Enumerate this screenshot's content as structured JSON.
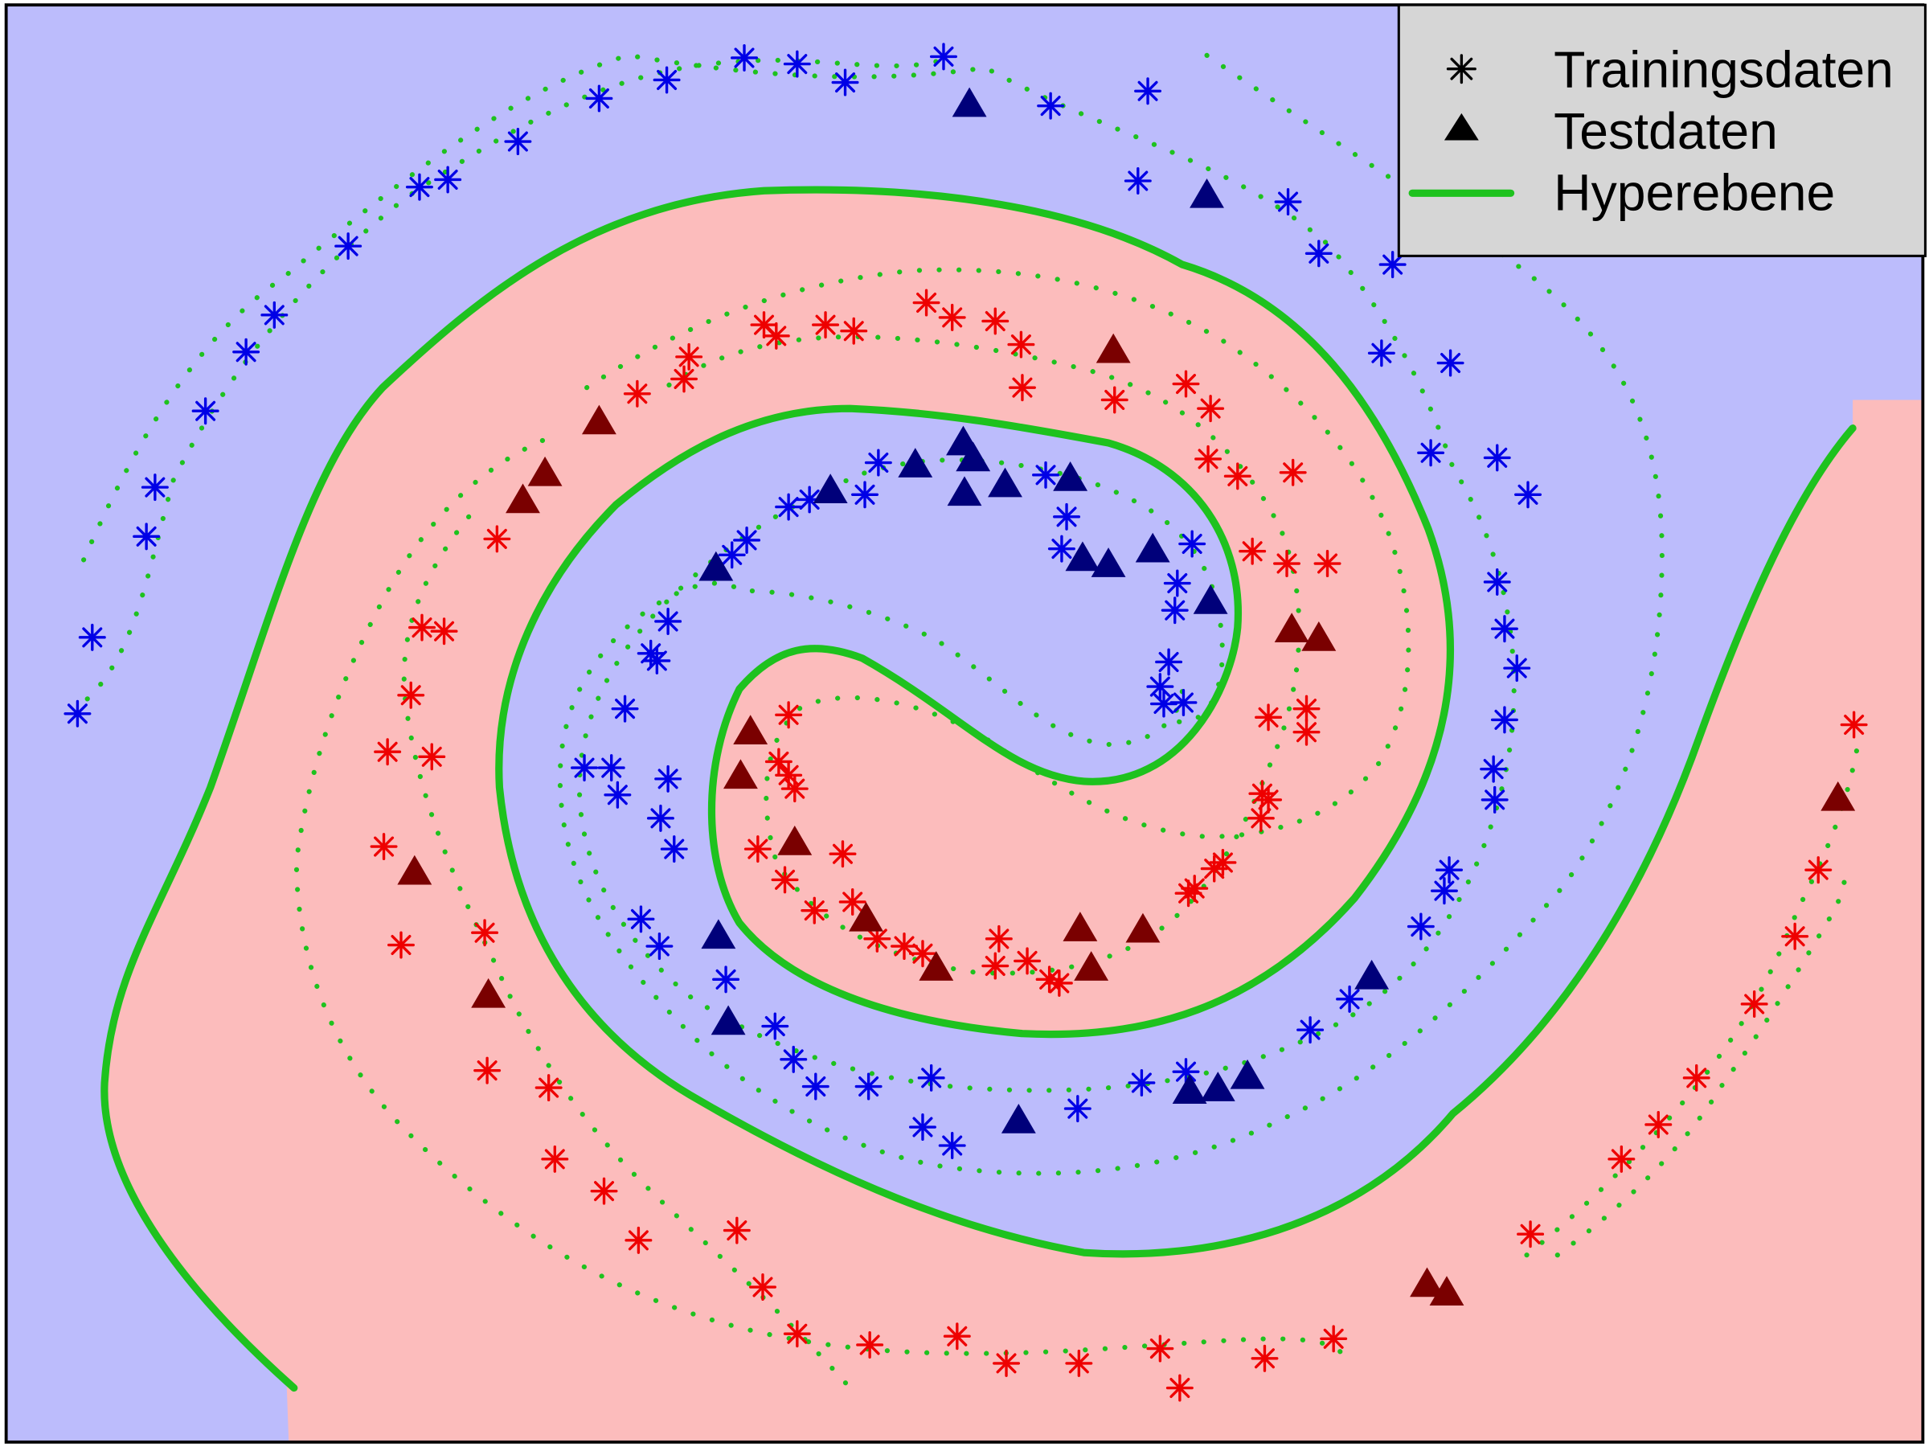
{
  "chart_data": {
    "type": "scatter",
    "title": "",
    "xlabel": "",
    "ylabel": "",
    "xlim": [
      0,
      1566
    ],
    "ylim": [
      0,
      1176
    ],
    "grid": false,
    "legend_position": "top-right",
    "colors": {
      "blue_region": "#bcbcfc",
      "red_region": "#fcbcbc",
      "blue_train": "#0000e6",
      "red_train": "#ee0000",
      "blue_test": "#00007a",
      "red_test": "#7a0000",
      "hyperplane": "#1ec21e",
      "guide": "#1ec21e",
      "legend_bg": "#d6d6d6"
    },
    "legend": [
      {
        "label": "Trainingsdaten",
        "symbol": "asterisk"
      },
      {
        "label": "Testdaten",
        "symbol": "triangle"
      },
      {
        "label": "Hyperebene",
        "symbol": "line"
      }
    ],
    "series": [
      {
        "name": "Trainingsdaten",
        "class": "blue",
        "points": [
          [
            62,
            580
          ],
          [
            74,
            518
          ],
          [
            118,
            436
          ],
          [
            125,
            396
          ],
          [
            166,
            334
          ],
          [
            199,
            286
          ],
          [
            222,
            256
          ],
          [
            282,
            200
          ],
          [
            340,
            152
          ],
          [
            363,
            146
          ],
          [
            420,
            115
          ],
          [
            486,
            80
          ],
          [
            541,
            65
          ],
          [
            604,
            47
          ],
          [
            647,
            52
          ],
          [
            686,
            67
          ],
          [
            766,
            46
          ],
          [
            853,
            86
          ],
          [
            932,
            74
          ],
          [
            924,
            147
          ],
          [
            1046,
            164
          ],
          [
            1071,
            206
          ],
          [
            1131,
            215
          ],
          [
            1122,
            287
          ],
          [
            1178,
            295
          ],
          [
            1162,
            368
          ],
          [
            1216,
            372
          ],
          [
            1241,
            402
          ],
          [
            1216,
            473
          ],
          [
            1222,
            511
          ],
          [
            1232,
            543
          ],
          [
            1222,
            585
          ],
          [
            1213,
            625
          ],
          [
            1214,
            650
          ],
          [
            1177,
            707
          ],
          [
            1173,
            724
          ],
          [
            1154,
            753
          ],
          [
            1096,
            812
          ],
          [
            1064,
            837
          ],
          [
            963,
            871
          ],
          [
            927,
            880
          ],
          [
            875,
            901
          ],
          [
            756,
            876
          ],
          [
            705,
            883
          ],
          [
            662,
            883
          ],
          [
            644,
            861
          ],
          [
            629,
            834
          ],
          [
            589,
            796
          ],
          [
            535,
            769
          ],
          [
            520,
            747
          ],
          [
            547,
            690
          ],
          [
            536,
            665
          ],
          [
            542,
            633
          ],
          [
            501,
            646
          ],
          [
            474,
            624
          ],
          [
            496,
            624
          ],
          [
            507,
            576
          ],
          [
            528,
            531
          ],
          [
            533,
            537
          ],
          [
            542,
            505
          ],
          [
            594,
            451
          ],
          [
            606,
            439
          ],
          [
            640,
            412
          ],
          [
            657,
            406
          ],
          [
            702,
            402
          ],
          [
            713,
            376
          ],
          [
            849,
            386
          ],
          [
            866,
            420
          ],
          [
            862,
            446
          ],
          [
            968,
            442
          ],
          [
            956,
            474
          ],
          [
            954,
            496
          ],
          [
            949,
            538
          ],
          [
            942,
            558
          ],
          [
            945,
            572
          ],
          [
            961,
            571
          ],
          [
            749,
            916
          ],
          [
            773,
            931
          ]
        ]
      },
      {
        "name": "Trainingsdaten",
        "class": "red",
        "points": [
          [
            403,
            438
          ],
          [
            342,
            510
          ],
          [
            360,
            513
          ],
          [
            333,
            565
          ],
          [
            314,
            611
          ],
          [
            350,
            615
          ],
          [
            311,
            688
          ],
          [
            325,
            768
          ],
          [
            393,
            758
          ],
          [
            395,
            870
          ],
          [
            445,
            884
          ],
          [
            450,
            942
          ],
          [
            490,
            968
          ],
          [
            518,
            1008
          ],
          [
            598,
            1000
          ],
          [
            619,
            1046
          ],
          [
            647,
            1084
          ],
          [
            706,
            1093
          ],
          [
            777,
            1086
          ],
          [
            817,
            1108
          ],
          [
            876,
            1108
          ],
          [
            942,
            1096
          ],
          [
            958,
            1128
          ],
          [
            1027,
            1104
          ],
          [
            1083,
            1088
          ],
          [
            1243,
            1003
          ],
          [
            1317,
            942
          ],
          [
            1347,
            914
          ],
          [
            1378,
            876
          ],
          [
            1425,
            816
          ],
          [
            1458,
            761
          ],
          [
            1477,
            707
          ],
          [
            1506,
            589
          ],
          [
            517,
            320
          ],
          [
            555,
            308
          ],
          [
            559,
            290
          ],
          [
            620,
            264
          ],
          [
            630,
            273
          ],
          [
            670,
            264
          ],
          [
            693,
            269
          ],
          [
            752,
            246
          ],
          [
            773,
            258
          ],
          [
            808,
            261
          ],
          [
            829,
            280
          ],
          [
            830,
            315
          ],
          [
            905,
            325
          ],
          [
            963,
            312
          ],
          [
            983,
            332
          ],
          [
            981,
            373
          ],
          [
            1005,
            387
          ],
          [
            1050,
            384
          ],
          [
            1017,
            448
          ],
          [
            1045,
            458
          ],
          [
            1078,
            458
          ],
          [
            1030,
            583
          ],
          [
            1061,
            576
          ],
          [
            1061,
            595
          ],
          [
            1025,
            645
          ],
          [
            1030,
            650
          ],
          [
            1024,
            665
          ],
          [
            993,
            701
          ],
          [
            986,
            706
          ],
          [
            970,
            722
          ],
          [
            965,
            726
          ],
          [
            640,
            581
          ],
          [
            632,
            619
          ],
          [
            640,
            630
          ],
          [
            645,
            641
          ],
          [
            615,
            690
          ],
          [
            684,
            694
          ],
          [
            637,
            715
          ],
          [
            661,
            740
          ],
          [
            692,
            733
          ],
          [
            712,
            763
          ],
          [
            734,
            769
          ],
          [
            749,
            775
          ],
          [
            811,
            763
          ],
          [
            808,
            785
          ],
          [
            834,
            781
          ],
          [
            852,
            796
          ],
          [
            860,
            799
          ]
        ]
      },
      {
        "name": "Testdaten",
        "class": "blue",
        "points": [
          [
            787,
            84
          ],
          [
            980,
            158
          ],
          [
            581,
            461
          ],
          [
            674,
            398
          ],
          [
            743,
            377
          ],
          [
            782,
            359
          ],
          [
            790,
            372
          ],
          [
            783,
            400
          ],
          [
            816,
            393
          ],
          [
            869,
            388
          ],
          [
            879,
            453
          ],
          [
            900,
            458
          ],
          [
            936,
            446
          ],
          [
            983,
            488
          ],
          [
            583,
            760
          ],
          [
            591,
            830
          ],
          [
            827,
            910
          ],
          [
            966,
            886
          ],
          [
            989,
            884
          ],
          [
            1013,
            874
          ],
          [
            1114,
            793
          ]
        ]
      },
      {
        "name": "Testdaten",
        "class": "red",
        "points": [
          [
            904,
            284
          ],
          [
            486,
            342
          ],
          [
            442,
            384
          ],
          [
            424,
            406
          ],
          [
            336,
            708
          ],
          [
            396,
            808
          ],
          [
            609,
            594
          ],
          [
            601,
            630
          ],
          [
            645,
            684
          ],
          [
            703,
            746
          ],
          [
            760,
            786
          ],
          [
            877,
            754
          ],
          [
            928,
            755
          ],
          [
            886,
            786
          ],
          [
            1049,
            511
          ],
          [
            1071,
            518
          ],
          [
            1159,
            1043
          ],
          [
            1175,
            1050
          ],
          [
            1493,
            648
          ]
        ]
      }
    ]
  }
}
